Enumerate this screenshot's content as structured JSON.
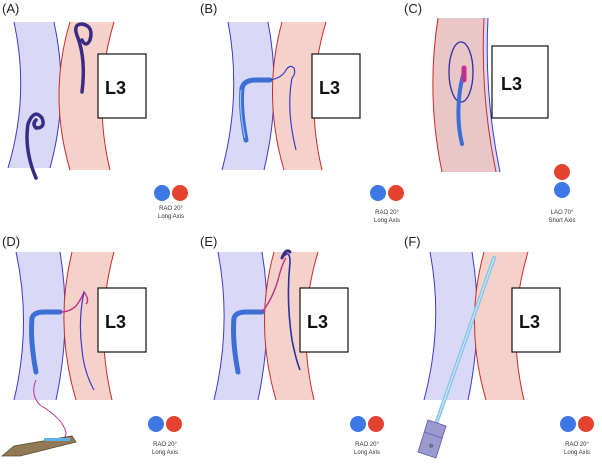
{
  "colors": {
    "ivc_fill": "#d9d9f7",
    "ivc_stroke": "#3a3ad0",
    "aorta_fill": "#f4d2c9",
    "aorta_stroke": "#cc2a2a",
    "wire": "#3a2c85",
    "catheter": "#3c6fd6",
    "snare": "#c0308f",
    "needle": "#8ac4ec",
    "dot_blue": "#3e78e6",
    "dot_red": "#e5432f"
  },
  "panels": [
    {
      "label": "(A)",
      "l3": "L3",
      "view_line1": "RAO 20°",
      "view_line2": "Long Axis"
    },
    {
      "label": "(B)",
      "l3": "L3",
      "view_line1": "RAO 20°",
      "view_line2": "Long Axis"
    },
    {
      "label": "(C)",
      "l3": "L3",
      "view_line1": "LAO 70°",
      "view_line2": "Short Axis"
    },
    {
      "label": "(D)",
      "l3": "L3",
      "view_line1": "RAO 20°",
      "view_line2": "Long Axis"
    },
    {
      "label": "(E)",
      "l3": "L3",
      "view_line1": "RAO 20°",
      "view_line2": "Long Axis"
    },
    {
      "label": "(F)",
      "l3": "L3",
      "view_line1": "RAO 20°",
      "view_line2": "Long Axis"
    }
  ]
}
